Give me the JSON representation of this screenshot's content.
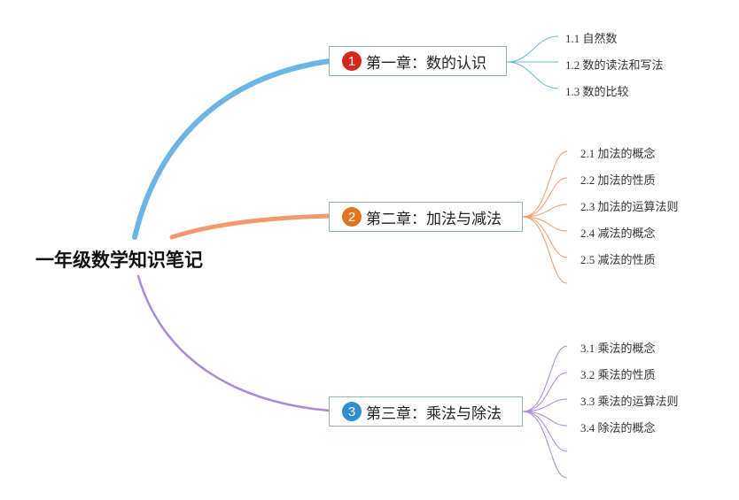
{
  "root": {
    "title": "一年级数学知识笔记"
  },
  "chapters": [
    {
      "number": "1",
      "title": "第一章：数的认识",
      "color": "#6cb4e4",
      "badge_color": "#d4261b",
      "items": [
        "1.1 自然数",
        "1.2 数的读法和写法",
        "1.3 数的比较"
      ]
    },
    {
      "number": "2",
      "title": "第二章：加法与减法",
      "color": "#f19a6e",
      "badge_color": "#e2741e",
      "items": [
        "2.1 加法的概念",
        "2.2 加法的性质",
        "2.3 加法的运算法则",
        "2.4 减法的概念",
        "2.5 减法的性质",
        ""
      ]
    },
    {
      "number": "3",
      "title": "第三章：乘法与除法",
      "color": "#a98ad8",
      "badge_color": "#2f8fd0",
      "items": [
        "3.1 乘法的概念",
        "3.2 乘法的性质",
        "3.3 乘法的运算法则",
        "3.4 除法的概念",
        "",
        ""
      ]
    }
  ]
}
